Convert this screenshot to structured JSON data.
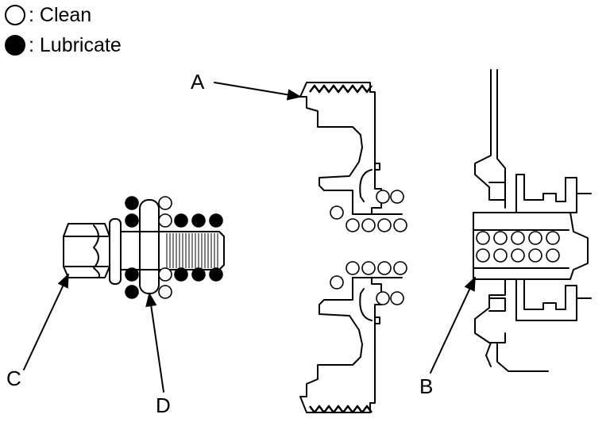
{
  "legend": {
    "clean": {
      "symbol": "open-circle",
      "text": ": Clean"
    },
    "lubricate": {
      "symbol": "filled-circle",
      "text": ": Lubricate"
    }
  },
  "callouts": {
    "A": "A",
    "B": "B",
    "C": "C",
    "D": "D"
  },
  "colors": {
    "ink": "#000000",
    "paper": "#ffffff"
  }
}
